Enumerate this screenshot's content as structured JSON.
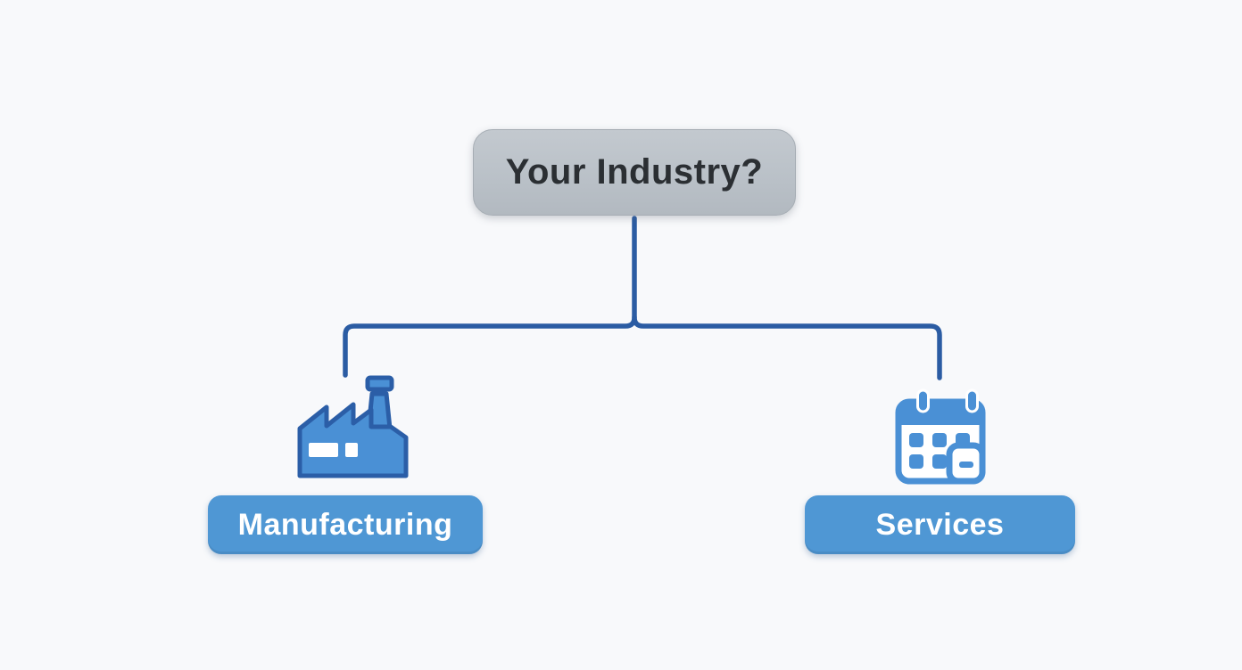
{
  "diagram": {
    "root": {
      "label": "Your Industry?"
    },
    "branches": [
      {
        "label": "Manufacturing",
        "icon": "factory-icon"
      },
      {
        "label": "Services",
        "icon": "calendar-icon"
      }
    ]
  },
  "colors": {
    "background": "#f8f9fb",
    "root_box_bg": "#bac1c8",
    "root_box_border": "#a6adb4",
    "root_box_text": "#2b2f33",
    "branch_box_bg": "#4f97d4",
    "branch_box_text": "#ffffff",
    "connector": "#2b5ca3",
    "icon_fill": "#4a90d5",
    "icon_stroke": "#2b5ea7"
  }
}
